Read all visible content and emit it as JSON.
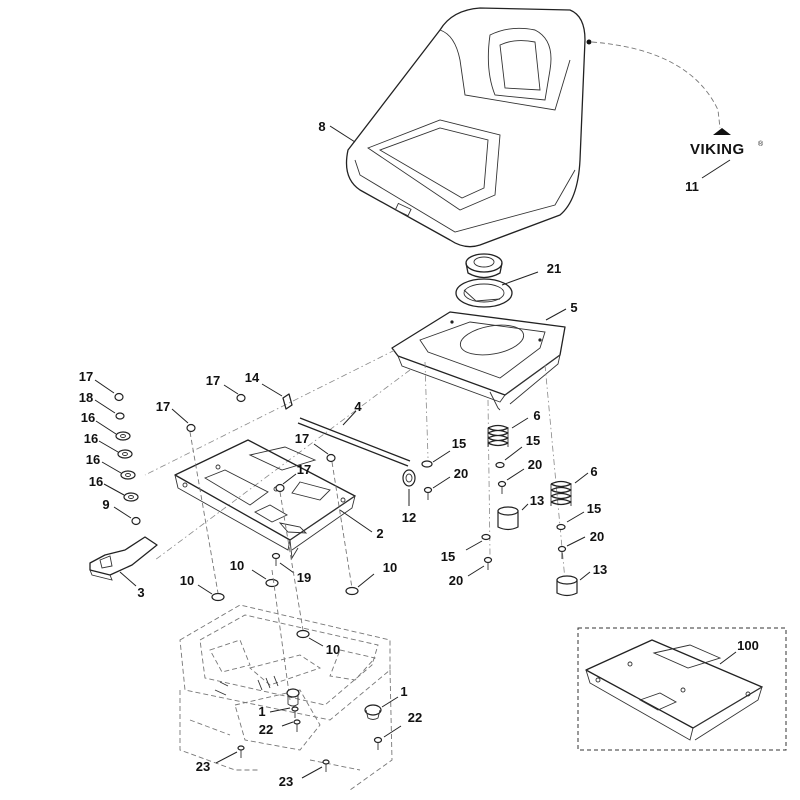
{
  "brand": {
    "logo_text": "VIKING",
    "registered_mark": "®"
  },
  "callouts": {
    "seat": "8",
    "logo": "11",
    "cover": "21",
    "plate": "5",
    "rod": "4",
    "frame": "2",
    "bracket": "3",
    "frame_alt": "100",
    "spring": "6",
    "buffer": "13",
    "washer_10": "10",
    "washer_15": "15",
    "screw_20": "20",
    "nut_17": "17",
    "washer_16": "16",
    "washer_18": "18",
    "clip_14": "14",
    "cap_12": "12",
    "screw_19": "19",
    "screw_9": "9",
    "screw_22": "22",
    "screw_23": "23",
    "bushing_1": "1"
  }
}
